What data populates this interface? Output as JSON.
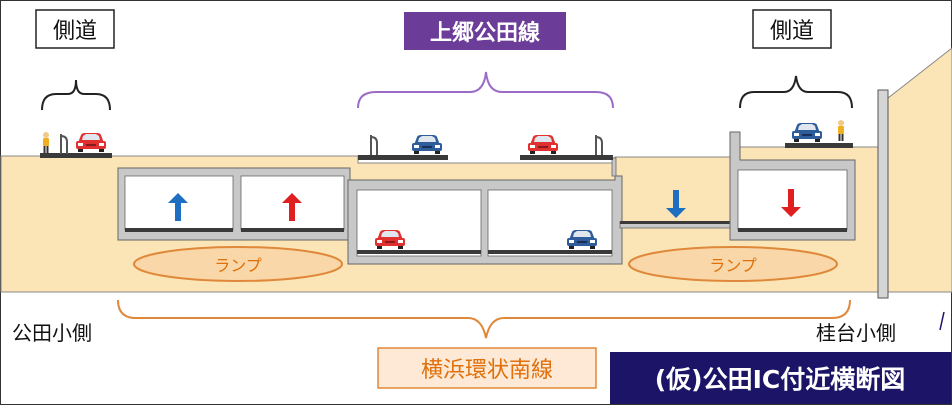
{
  "labels": {
    "side_road_left": "側道",
    "side_road_right": "側道",
    "main_road": "上郷公田線",
    "ramp_left": "ランプ",
    "ramp_right": "ランプ",
    "kuden_side": "公田小側",
    "katsuradai_side": "桂台小側",
    "ring_road": "横浜環状南線",
    "figure_title": "(仮)公田IC付近横断図"
  },
  "colors": {
    "soil": "#fbe5b6",
    "concrete": "#c8c8c8",
    "road": "#3a3a3a",
    "main_road_label_bg": "#6b3d99",
    "main_road_brace": "#9a6cc7",
    "ring_road_brace": "#e0883a",
    "ramp_ellipse": "#e0883a",
    "ramp_ellipse_fill": "#f9d7a8",
    "title_bg": "#1c1466",
    "arrow_blue": "#1e6fc1",
    "arrow_red": "#e02020",
    "car_red": "#e03030",
    "car_blue": "#2f5c9a"
  },
  "icons": {
    "car_red": "car-red-icon",
    "car_blue": "car-blue-icon",
    "pedestrian": "pedestrian-icon",
    "bicycle": "bicycle-icon",
    "street_light": "street-light-icon",
    "arrow_up": "arrow-up-icon",
    "arrow_down": "arrow-down-icon"
  }
}
